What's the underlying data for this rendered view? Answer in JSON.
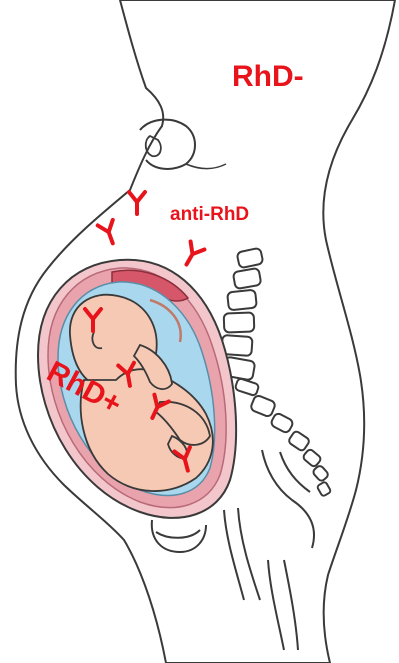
{
  "labels": {
    "mother": "RhD-",
    "antibody": "anti-RhD",
    "fetus": "RhD+"
  },
  "colors": {
    "label_red": "#e8141b",
    "outline": "#3a3a3a",
    "skin": "#ffffff",
    "uterus_wall": "#e9a3ad",
    "amniotic_fluid": "#a9d8ee",
    "fetus_skin": "#f6c9b5",
    "placenta": "#d7576a"
  },
  "icons": {
    "antibody": "y-shaped-antibody-icon"
  }
}
